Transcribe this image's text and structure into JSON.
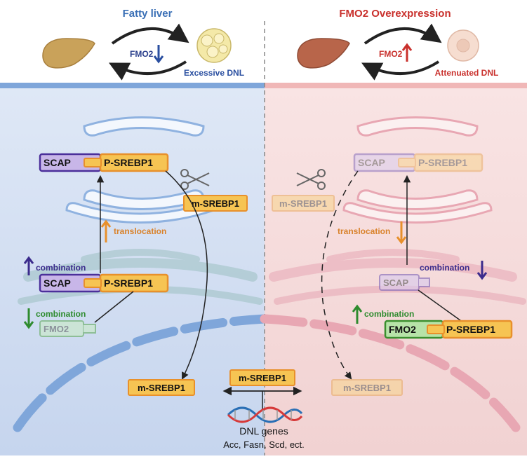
{
  "left": {
    "title": "Fatty liver",
    "fmo2_label": "FMO2",
    "outcome": "Excessive DNL",
    "scap": "SCAP",
    "psrebp1": "P-SREBP1",
    "msrebp1_cleaved": "m-SREBP1",
    "translocation": "translocation",
    "combination_up": "combination",
    "combination_down": "combination",
    "scap2": "SCAP",
    "psrebp1_2": "P-SREBP1",
    "fmo2_box": "FMO2",
    "msrebp1_nucleus": "m-SREBP1"
  },
  "right": {
    "title": "FMO2 Overexpression",
    "fmo2_label": "FMO2",
    "outcome": "Attenuated DNL",
    "scap": "SCAP",
    "psrebp1": "P-SREBP1",
    "msrebp1_cleaved": "m-SREBP1",
    "translocation": "translocation",
    "combination_down": "combination",
    "combination_up": "combination",
    "scap2": "SCAP",
    "fmo2_box": "FMO2",
    "psrebp1_2": "P-SREBP1",
    "msrebp1_nucleus": "m-SREBP1"
  },
  "center": {
    "msrebp1": "m-SREBP1",
    "dnl_genes": "DNL genes",
    "genes_list": "Acc, Fasn, Scd, ect."
  },
  "colors": {
    "left_title": "#3a6fb5",
    "right_title": "#c9302c",
    "orange_text": "#d9822b",
    "purple_text": "#3b2b8c",
    "green_text": "#2e8b2e",
    "box_fill": "#f6c453",
    "box_stroke": "#e8902b"
  }
}
